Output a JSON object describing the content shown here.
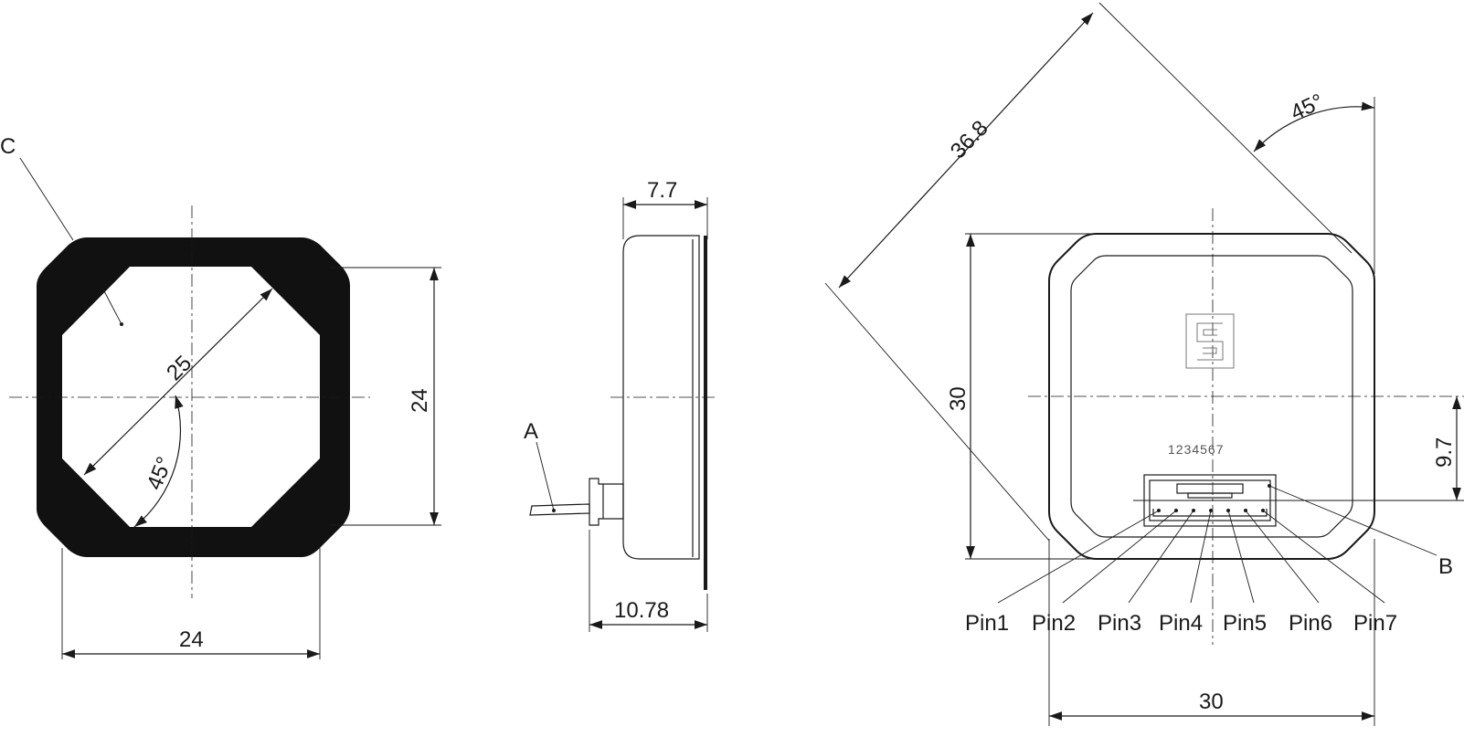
{
  "callouts": {
    "c": "C",
    "a": "A",
    "b": "B"
  },
  "front_view": {
    "width": "24",
    "height": "24",
    "diagonal": "25",
    "angle": "45°"
  },
  "side_view": {
    "depth": "7.7",
    "total_depth": "10.78"
  },
  "rear_view": {
    "diagonal": "36.8",
    "angle": "45°",
    "height": "30",
    "width": "30",
    "connector_offset": "9.7",
    "pin_numbers": "1234567",
    "pins": [
      "Pin1",
      "Pin2",
      "Pin3",
      "Pin4",
      "Pin5",
      "Pin6",
      "Pin7"
    ]
  },
  "colors": {
    "ink": "#1a1a1a",
    "frame_fill": "#111111",
    "logo": "#777777"
  }
}
